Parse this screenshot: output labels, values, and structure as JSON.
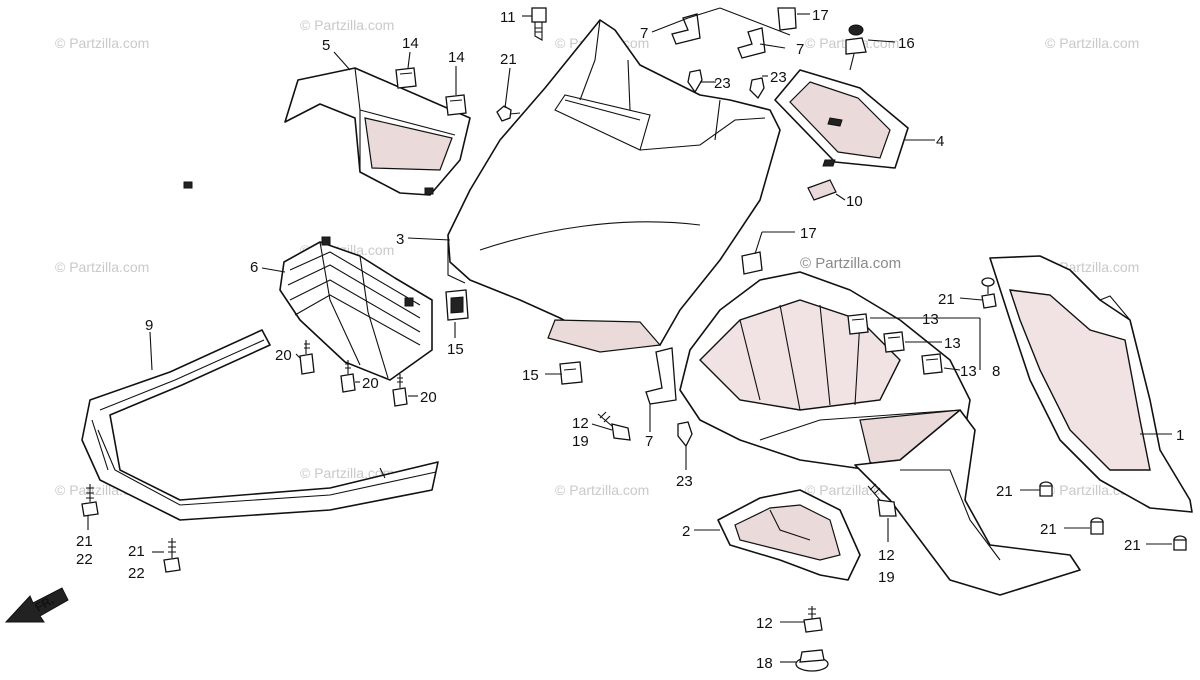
{
  "watermark": "© Partzilla.com",
  "front_arrow_label": "FR.",
  "callouts": {
    "c1": "1",
    "c2": "2",
    "c3": "3",
    "c4": "4",
    "c5": "5",
    "c6": "6",
    "c8": "8",
    "c9": "9",
    "c10": "10",
    "c11": "11",
    "c7_a": "7",
    "c7_b": "7",
    "c7_c": "7",
    "c12_a": "12",
    "c12_b": "12",
    "c12_c": "12",
    "c13_a": "13",
    "c13_b": "13",
    "c13_c": "13",
    "c14_a": "14",
    "c14_b": "14",
    "c15_a": "15",
    "c15_b": "15",
    "c16": "16",
    "c17_a": "17",
    "c17_b": "17",
    "c18": "18",
    "c19_a": "19",
    "c19_b": "19",
    "c20_a": "20",
    "c20_b": "20",
    "c20_c": "20",
    "c21_a": "21",
    "c21_b": "21",
    "c21_c": "21",
    "c21_d": "21",
    "c21_e": "21",
    "c21_f": "21",
    "c21_g": "21",
    "c22_a": "22",
    "c22_b": "22",
    "c23_a": "23",
    "c23_b": "23",
    "c23_c": "23"
  }
}
